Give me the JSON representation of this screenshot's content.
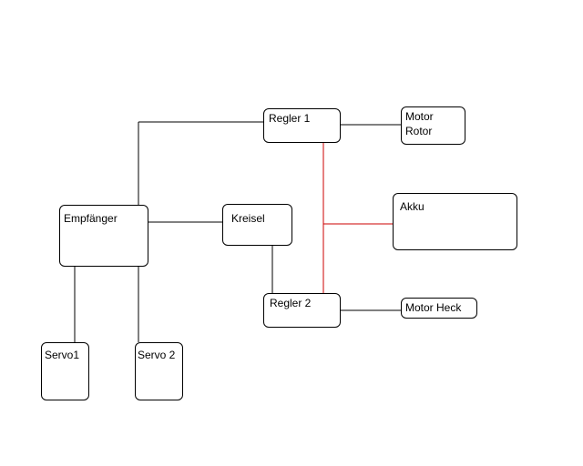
{
  "colors": {
    "line": "#000000",
    "power_line": "#cc0000",
    "box_border": "#000000",
    "background": "#ffffff"
  },
  "nodes": {
    "regler1": {
      "label": "Regler 1"
    },
    "motor_rotor": {
      "label": "Motor\nRotor"
    },
    "akku": {
      "label": "Akku"
    },
    "empfaenger": {
      "label": "Empfänger"
    },
    "kreisel": {
      "label": "Kreisel"
    },
    "regler2": {
      "label": "Regler 2"
    },
    "motor_heck": {
      "label": "Motor Heck"
    },
    "servo1": {
      "label": "Servo1"
    },
    "servo2": {
      "label": "Servo 2"
    }
  },
  "connections": [
    {
      "from": "Empfänger",
      "to": "Regler 1",
      "kind": "signal"
    },
    {
      "from": "Empfänger",
      "to": "Kreisel",
      "kind": "signal"
    },
    {
      "from": "Empfänger",
      "to": "Servo1",
      "kind": "signal"
    },
    {
      "from": "Empfänger",
      "to": "Servo 2",
      "kind": "signal"
    },
    {
      "from": "Kreisel",
      "to": "Regler 2",
      "kind": "signal"
    },
    {
      "from": "Regler 1",
      "to": "Motor Rotor",
      "kind": "signal"
    },
    {
      "from": "Regler 2",
      "to": "Motor Heck",
      "kind": "signal"
    },
    {
      "from": "Akku",
      "to": "Regler 1",
      "kind": "power"
    },
    {
      "from": "Akku",
      "to": "Regler 2",
      "kind": "power"
    }
  ]
}
